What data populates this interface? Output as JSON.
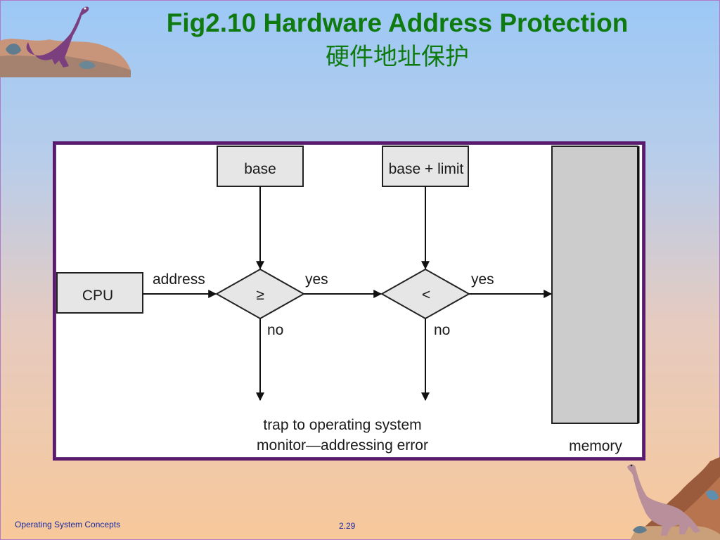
{
  "slide": {
    "title": "Fig2.10 Hardware Address Protection",
    "subtitle": "硬件地址保护",
    "footer_left": "Operating System Concepts",
    "page_number": "2.29"
  },
  "diagram": {
    "base_label": "base",
    "base_limit_label": "base + limit",
    "cpu_label": "CPU",
    "address_label": "address",
    "compare_ge_symbol": "≥",
    "compare_lt_symbol": "<",
    "yes_label_1": "yes",
    "yes_label_2": "yes",
    "no_label_1": "no",
    "no_label_2": "no",
    "trap_line_1": "trap to operating system",
    "trap_line_2": "monitor—addressing error",
    "memory_label": "memory"
  },
  "icons": {
    "top_left": "dinosaur-trex-icon",
    "bottom_right": "dinosaur-brontosaurus-icon"
  },
  "colors": {
    "title": "#0f7a0f",
    "frame": "#5a1a6e",
    "box_fill": "#e6e6e6",
    "memory_fill": "#cccccc",
    "footer_text": "#1e2a9a"
  }
}
